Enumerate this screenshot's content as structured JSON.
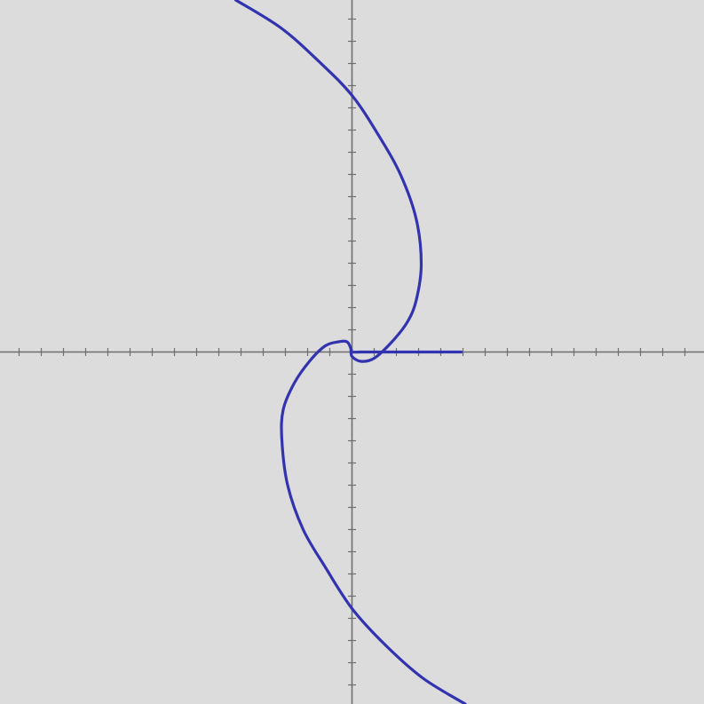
{
  "chart_data": {
    "type": "line",
    "title": "",
    "xlabel": "",
    "ylabel": "",
    "xlim": [
      -15.86,
      15.86
    ],
    "ylim": [
      -15.86,
      15.86
    ],
    "grid": false,
    "legend": "none",
    "tick_spacing": 1,
    "tick_labels": false,
    "background_color": "#dcdcdc",
    "axis_color": "#6e6e6e",
    "series": [
      {
        "color": "#3333b0",
        "x": [
          -5.24,
          -3.2,
          -1.5,
          0.0,
          1.2,
          2.2,
          2.9,
          3.12,
          2.9,
          2.5,
          1.8,
          1.0,
          0.4,
          0.0,
          -0.04,
          0.0,
          0.4,
          1.0,
          2.5,
          4.92
        ],
        "y": [
          15.86,
          14.6,
          13.1,
          11.56,
          9.76,
          7.96,
          5.96,
          3.96,
          2.36,
          1.36,
          0.46,
          -0.28,
          -0.42,
          -0.2,
          0.1,
          0.0,
          0.0,
          0.0,
          0.0,
          0.0
        ]
      },
      {
        "color": "#3333b0",
        "x": [
          0.0,
          -0.2,
          -0.6,
          -1.2,
          -1.9,
          -2.6,
          -3.1,
          -3.16,
          -2.9,
          -2.2,
          -1.2,
          0.0,
          1.5,
          3.2,
          5.1
        ],
        "y": [
          0.0,
          0.44,
          0.46,
          0.28,
          -0.4,
          -1.4,
          -2.6,
          -3.96,
          -6.0,
          -8.0,
          -9.7,
          -11.56,
          -13.2,
          -14.7,
          -15.86
        ]
      }
    ]
  }
}
